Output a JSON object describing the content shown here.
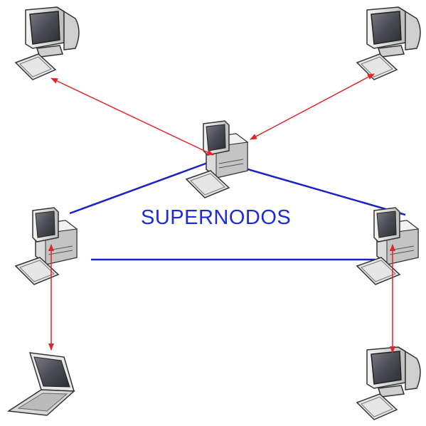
{
  "diagram": {
    "center_label": "SUPERNODOS",
    "colors": {
      "supernode_link": "#1a22c8",
      "client_link": "#e0262b",
      "label": "#1e2bd6"
    },
    "nodes": [
      {
        "id": "client-top-left",
        "kind": "crt-monitor-client"
      },
      {
        "id": "client-top-right",
        "kind": "crt-monitor-client"
      },
      {
        "id": "supernode-top",
        "kind": "desktop-supernode"
      },
      {
        "id": "supernode-left",
        "kind": "desktop-supernode"
      },
      {
        "id": "supernode-right",
        "kind": "desktop-supernode"
      },
      {
        "id": "client-bottom-left",
        "kind": "laptop-client"
      },
      {
        "id": "client-bottom-right",
        "kind": "crt-monitor-client"
      }
    ]
  }
}
